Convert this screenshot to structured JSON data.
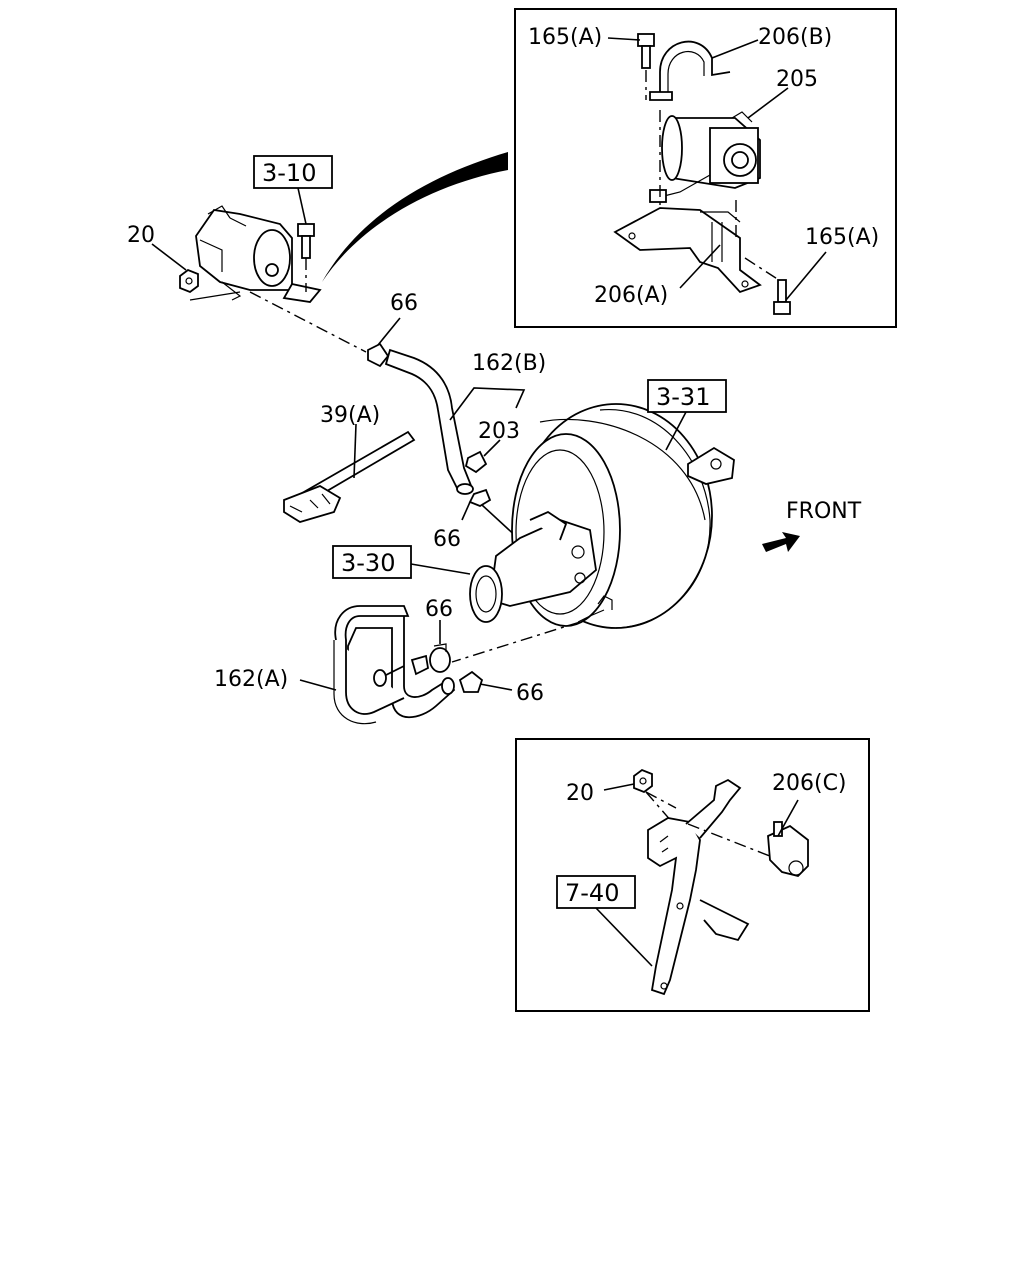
{
  "callouts": {
    "c165a_top": "165(A)",
    "c206b": "206(B)",
    "c205": "205",
    "c165a_right": "165(A)",
    "c206a": "206(A)",
    "c20_left": "20",
    "c66_top": "66",
    "c162b": "162(B)",
    "c203": "203",
    "c39a": "39(A)",
    "c66_mid": "66",
    "c66_low": "66",
    "c66_right": "66",
    "c162a": "162(A)",
    "c20_inset": "20",
    "c206c": "206(C)"
  },
  "ref_boxes": {
    "r3_10": "3-10",
    "r3_31": "3-31",
    "r3_30": "3-30",
    "r7_40": "7-40"
  },
  "front_label": "FRONT"
}
